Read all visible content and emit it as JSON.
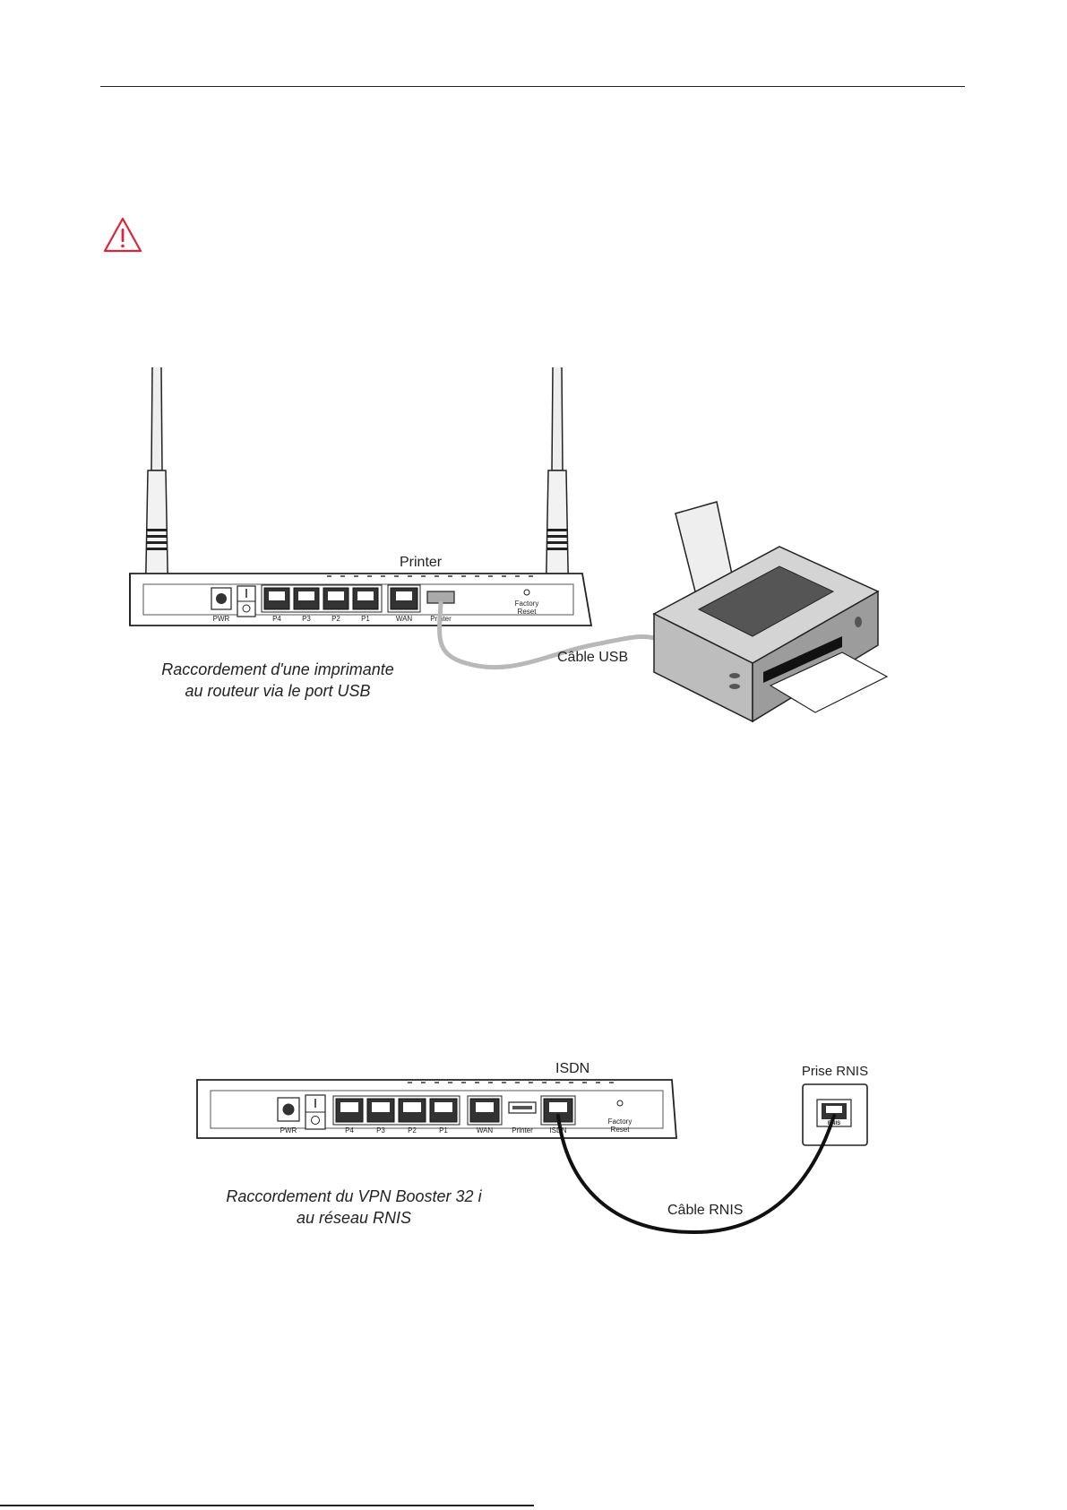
{
  "figure1": {
    "port_callout": "Printer",
    "cable_label": "Câble USB",
    "caption_line1": "Raccordement d'une imprimante",
    "caption_line2": "au routeur via le port USB",
    "ports": {
      "pwr": "PWR",
      "p4": "P4",
      "p3": "P3",
      "p2": "P2",
      "p1": "P1",
      "wan": "WAN",
      "printer": "Printer",
      "reset1": "Factory",
      "reset2": "Reset"
    }
  },
  "figure2": {
    "port_callout": "ISDN",
    "socket_title": "Prise RNIS",
    "socket_label": "RNIS",
    "cable_label": "Câble RNIS",
    "caption_line1": "Raccordement du VPN Booster 32 i",
    "caption_line2": "au réseau RNIS",
    "ports": {
      "pwr": "PWR",
      "p4": "P4",
      "p3": "P3",
      "p2": "P2",
      "p1": "P1",
      "wan": "WAN",
      "printer": "Printer",
      "isdn": "ISDN",
      "reset1": "Factory",
      "reset2": "Reset"
    }
  },
  "colors": {
    "warning": "#d9263a",
    "cable_usb": "#b8b8b8",
    "cable_isdn": "#111111"
  }
}
